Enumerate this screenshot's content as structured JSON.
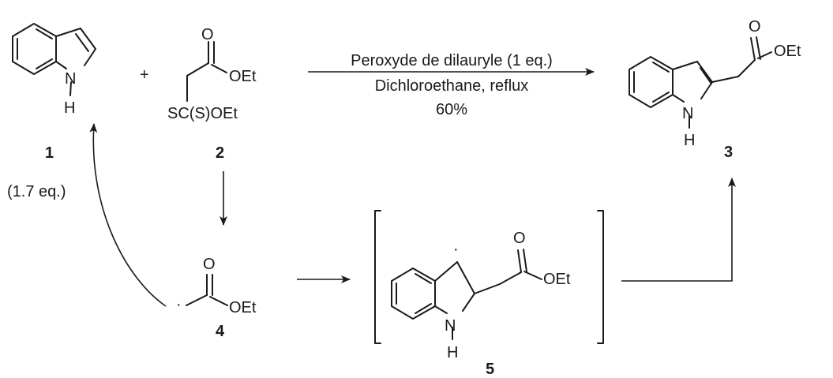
{
  "compounds": {
    "indole": {
      "number": "1",
      "n_label": "N",
      "h_label": "H"
    },
    "xanthate": {
      "number": "2",
      "carbonyl_o": "O",
      "ester": "OEt",
      "substituent": "SC(S)OEt"
    },
    "product": {
      "number": "3",
      "n_label": "N",
      "h_label": "H",
      "carbonyl_o": "O",
      "ester": "OEt"
    },
    "radical": {
      "number": "4",
      "carbonyl_o": "O",
      "ester": "OEt",
      "radical_dot": "·"
    },
    "intermediate": {
      "number": "5",
      "n_label": "N",
      "h_label": "H",
      "carbonyl_o": "O",
      "ester": "OEt",
      "radical_dot": "·"
    }
  },
  "labels": {
    "plus": "+",
    "equivalents": "(1.7 eq.)",
    "condition_reagent": "Peroxyde de dilauryle (1 eq.)",
    "condition_solvent": "Dichloroethane, reflux",
    "condition_yield": "60%"
  }
}
